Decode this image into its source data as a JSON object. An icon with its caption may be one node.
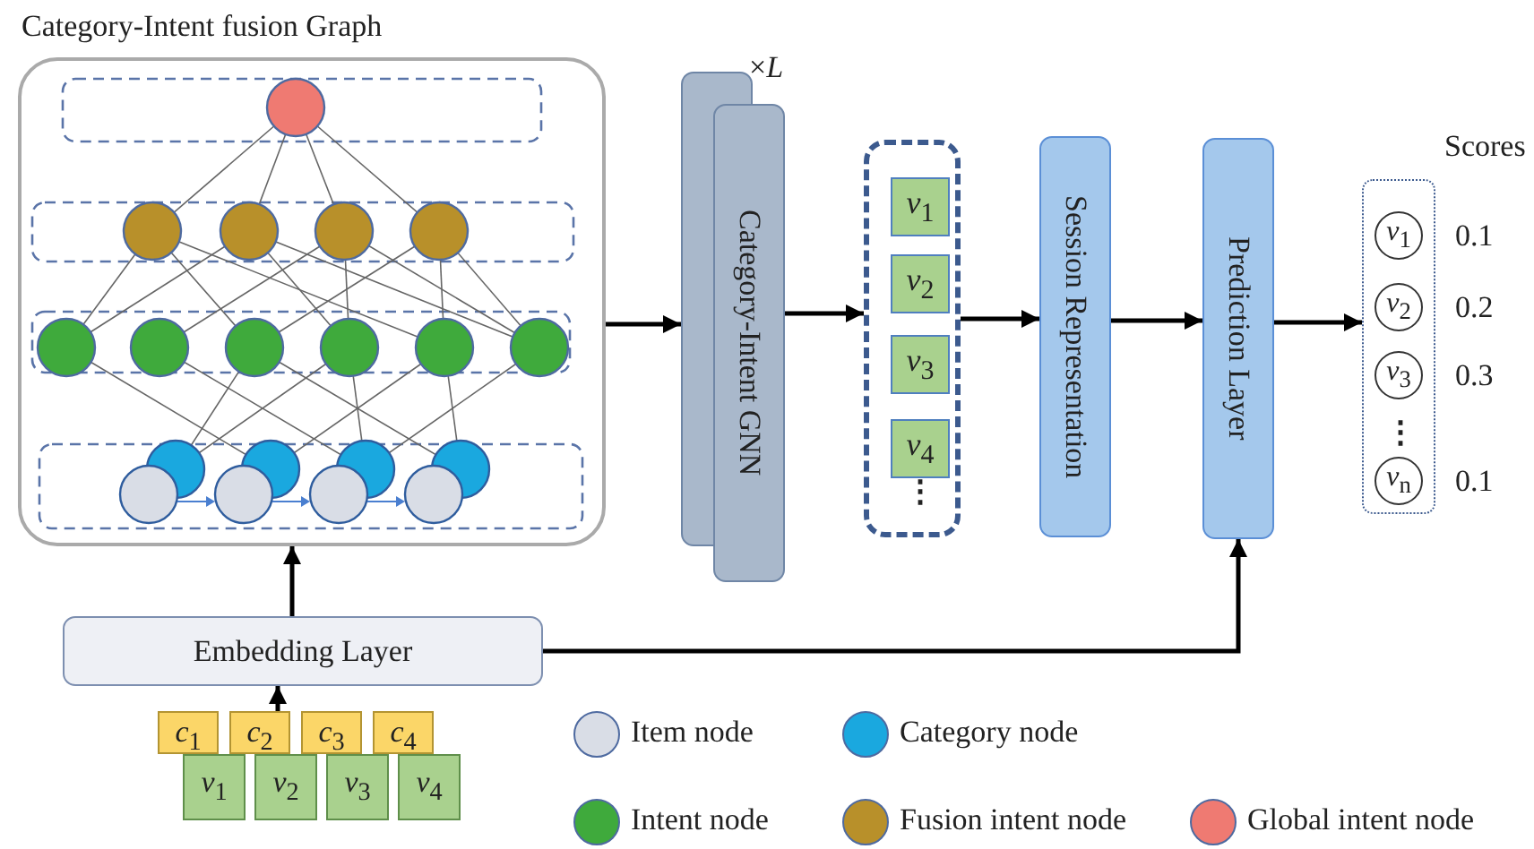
{
  "diagram": {
    "nodes": [
      {
        "text": [
          "Category-Intent fusion Graph"
        ]
      },
      {
        "text": [
          "Category-Intent GNN"
        ],
        "beside": [
          "×*L*"
        ]
      },
      {
        "text": [],
        "shape": "box"
      },
      {
        "text": [
          "*v*$_{1}$"
        ],
        "in": 2
      },
      {
        "text": [
          "*v*$_{2}$"
        ],
        "in": 2
      },
      {
        "text": [
          "*v*$_{3}$"
        ],
        "in": 2
      },
      {
        "text": [
          "*v*$_{4}$"
        ],
        "in": 2
      },
      {
        "text": [
          "Session Representation"
        ]
      },
      {
        "text": [
          "Prediction Layer"
        ]
      },
      {
        "text": [],
        "shape": "box"
      },
      {
        "text": [
          "*v*$_{1}$"
        ],
        "in": 9,
        "beside": [
          "0.1"
        ]
      },
      {
        "text": [
          "*v*$_{2}$"
        ],
        "in": 9,
        "beside": [
          "0.2"
        ]
      },
      {
        "text": [
          "*v*$_{3}$"
        ],
        "in": 9,
        "beside": [
          "0.3"
        ]
      },
      {
        "text": [
          "*v*$_{n}$"
        ],
        "in": 9,
        "beside": [
          "0.1"
        ]
      },
      {
        "text": [
          "Embedding Layer"
        ]
      },
      {
        "text": [
          "*c*$_{1}$"
        ]
      },
      {
        "text": [
          "*c*$_{2}$"
        ]
      },
      {
        "text": [
          "*c*$_{3}$"
        ]
      },
      {
        "text": [
          "*c*$_{4}$"
        ]
      },
      {
        "text": [
          "*v*$_{1}$"
        ]
      },
      {
        "text": [
          "*v*$_{2}$"
        ]
      },
      {
        "text": [
          "*v*$_{3}$"
        ]
      },
      {
        "text": [
          "*v*$_{4}$"
        ]
      }
    ],
    "edges": [
      {
        "from": 0,
        "to": 1,
        "arrow": "to"
      },
      {
        "from": 1,
        "to": 2,
        "arrow": "to"
      },
      {
        "from": 2,
        "to": 7,
        "arrow": "to"
      },
      {
        "from": 7,
        "to": 8,
        "arrow": "to"
      },
      {
        "from": 8,
        "to": 9,
        "arrow": "to"
      },
      {
        "from": 14,
        "to": 0,
        "arrow": "to"
      },
      {
        "from": 14,
        "to": 8,
        "arrow": "to"
      },
      {
        "from": 16,
        "to": 14,
        "arrow": "to"
      }
    ],
    "labels": [
      "Scores",
      "⋮",
      "⋮"
    ],
    "legend": [
      {
        "text": "Item node",
        "color": "#d9dde6"
      },
      {
        "text": "Category node",
        "color": "#1aa8df"
      },
      {
        "text": "Intent node",
        "color": "#3faa3c"
      },
      {
        "text": "Fusion intent node",
        "color": "#b8902a"
      },
      {
        "text": "Global intent node",
        "color": "#ef7a72"
      }
    ]
  }
}
